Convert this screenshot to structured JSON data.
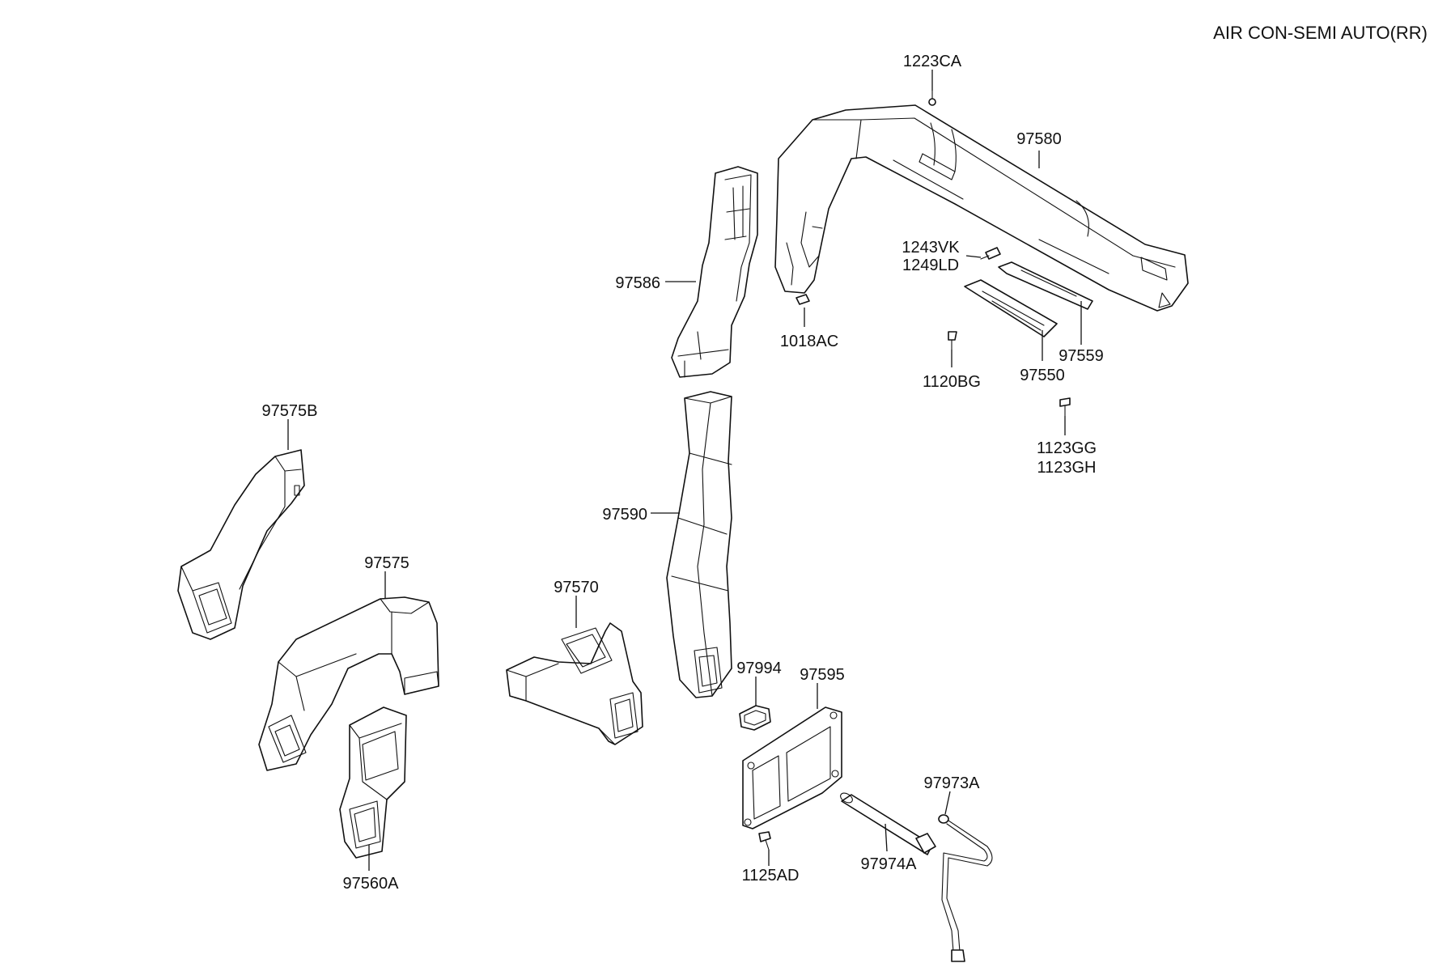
{
  "title": "AIR CON-SEMI AUTO(RR)",
  "parts": {
    "p1223CA": "1223CA",
    "p97580": "97580",
    "p1243VK": "1243VK",
    "p1249LD": "1249LD",
    "p97586": "97586",
    "p1018AC": "1018AC",
    "p97559": "97559",
    "p97550": "97550",
    "p1120BG": "1120BG",
    "p1123GG": "1123GG",
    "p1123GH": "1123GH",
    "p97575B": "97575B",
    "p97590": "97590",
    "p97575": "97575",
    "p97570": "97570",
    "p97994": "97994",
    "p97595": "97595",
    "p97973A": "97973A",
    "p97974A": "97974A",
    "p1125AD": "1125AD",
    "p97560A": "97560A"
  }
}
